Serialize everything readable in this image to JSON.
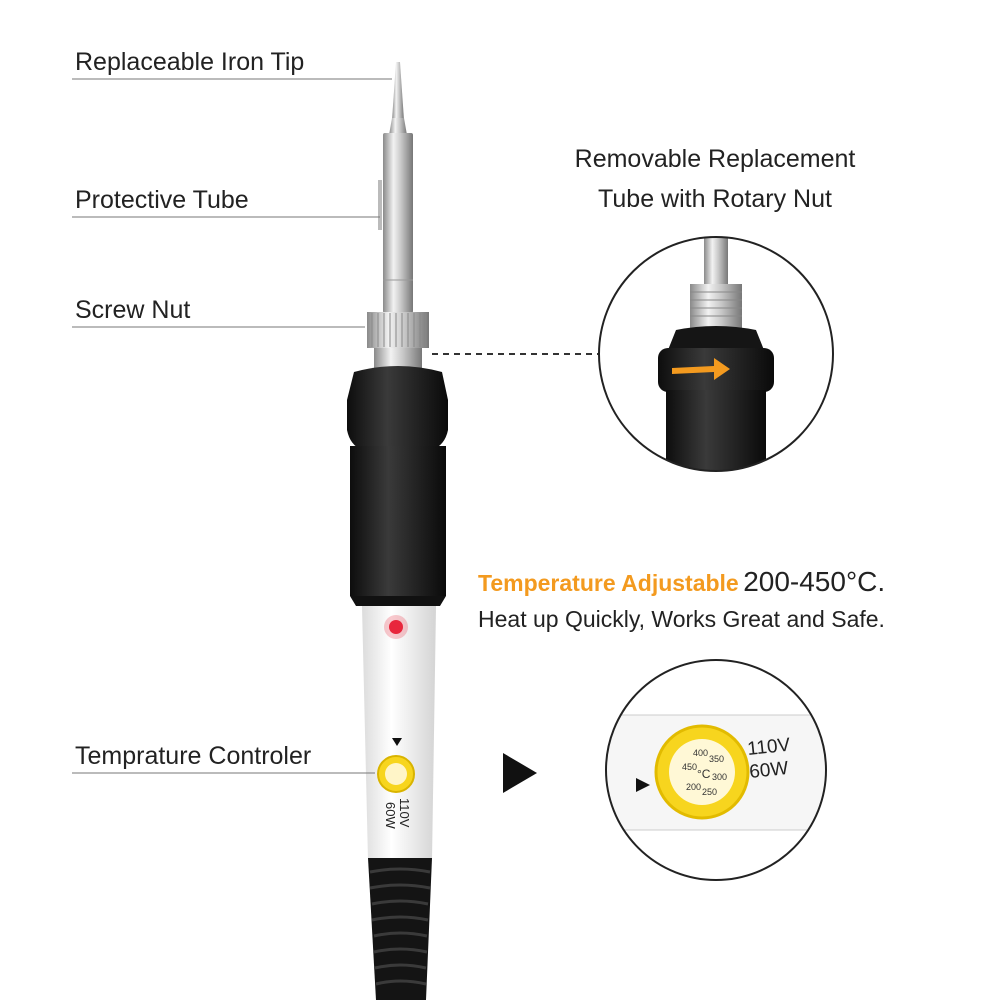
{
  "labels": {
    "tip": "Replaceable Iron Tip",
    "tube": "Protective Tube",
    "nut": "Screw Nut",
    "controller": "Temprature Controler"
  },
  "callout": {
    "line1": "Removable Replacement",
    "line2": "Tube with Rotary Nut"
  },
  "temperature": {
    "highlight": "Temperature Adjustable",
    "range": "200-450°C.",
    "subtitle": "Heat up Quickly, Works Great and Safe."
  },
  "device": {
    "voltage": "110V",
    "wattage": "60W",
    "dial_values": [
      "200",
      "250",
      "300",
      "350",
      "400",
      "450"
    ],
    "dial_unit": "°C"
  },
  "colors": {
    "accent": "#f39a1f",
    "dial": "#f7d51e",
    "handle": "#1c1c1c",
    "indicator": "#e8263c"
  }
}
